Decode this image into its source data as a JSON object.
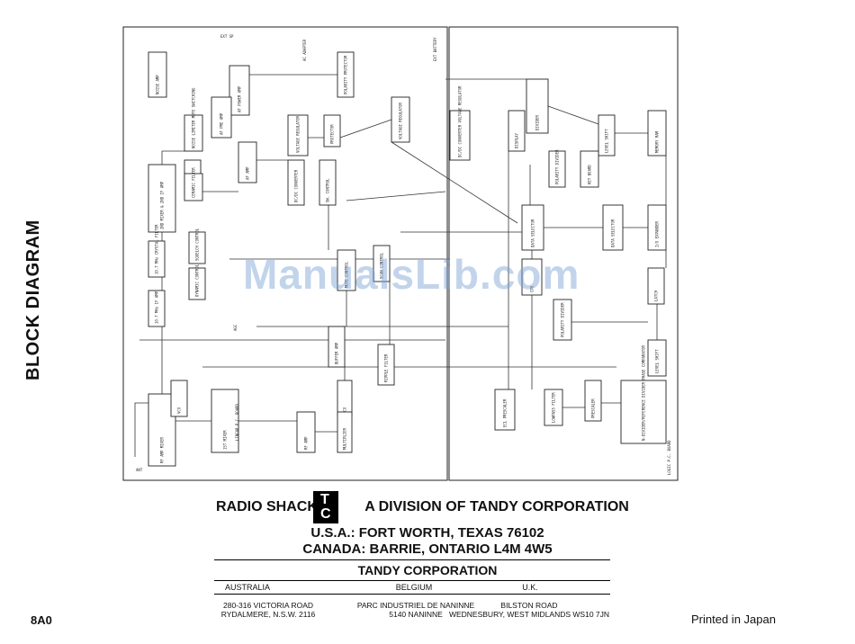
{
  "side_title": "BLOCK DIAGRAM",
  "watermark": "ManualsLib.com",
  "company": {
    "radio_shack": "RADIO SHACK",
    "logo_top": "T",
    "logo_bottom": "C",
    "division": "A DIVISION OF TANDY CORPORATION",
    "usa": "U.S.A.: FORT WORTH, TEXAS 76102",
    "canada": "CANADA: BARRIE, ONTARIO L4M 4W5",
    "tandy": "TANDY CORPORATION"
  },
  "offices": [
    {
      "country": "AUSTRALIA",
      "line1": "280-316 VICTORIA ROAD",
      "line2": "RYDALMERE, N.S.W. 2116"
    },
    {
      "country": "BELGIUM",
      "line1": "PARC INDUSTRIEL DE NANINNE",
      "line2": "5140 NANINNE"
    },
    {
      "country": "U.K.",
      "line1": "BILSTON ROAD",
      "line2": "WEDNESBURY, WEST MIDLANDS WS10 7JN"
    }
  ],
  "page_number": "8A0",
  "printed": "Printed in Japan",
  "diagram": {
    "left_board_blocks": [
      "NOISE AMP",
      "AF POWER AMP",
      "AF PRE AMP",
      "NOISE LIMITER MUTE SWITCHING",
      "AF AMP",
      "DET. AMP",
      "2ND MIXER & 2ND IF AMP",
      "CERAMIC FILTER",
      "VOLTAGE REGULATOR",
      "PROTECTOR",
      "DC/DC CONVERTER",
      "SW. CONTROL",
      "POLARITY PROTECTOR",
      "VOLTAGE REGULATOR",
      "10.7 MHz CRYSTAL FILTER",
      "SQUELCH CONTROL",
      "DYNAMIC CONTROL",
      "10.7 MHz IF AMP",
      "BUFFER AMP",
      "MUTE CONTROL",
      "SCAN CONTROL",
      "RIPPLE FILTER",
      "VCO",
      "MULTIPLIER",
      "RF AMP MIXER",
      "VCO",
      "1ST MIXER",
      "RF AMP"
    ],
    "right_board_blocks": [
      "DISPLAY",
      "DIVIDER",
      "DC/DC CONVERTER VOLTAGE REGULATOR",
      "LEVEL SHIFT",
      "MEMORY RAM",
      "POLARITY DIVIDER",
      "KEY BOARD",
      "DATA SELECTOR",
      "DATA SELECTOR",
      "I/O EXPANDER",
      "CPU",
      "LATCH",
      "POLARITY DIVIDER",
      "LEVEL SHIFT",
      "ECL PRESCALER",
      "LOWPASS FILTER",
      "PRESCALER",
      "N-DIVIDER/REFERENCE DIVIDER PHASE COMPARATOR"
    ],
    "labels": [
      "LINEAR P.C. BOARD",
      "LOGIC P.C. BOARD",
      "ANT",
      "AGC",
      "EXT SP",
      "EXT BATTERY",
      "AC ADAPTER"
    ]
  }
}
